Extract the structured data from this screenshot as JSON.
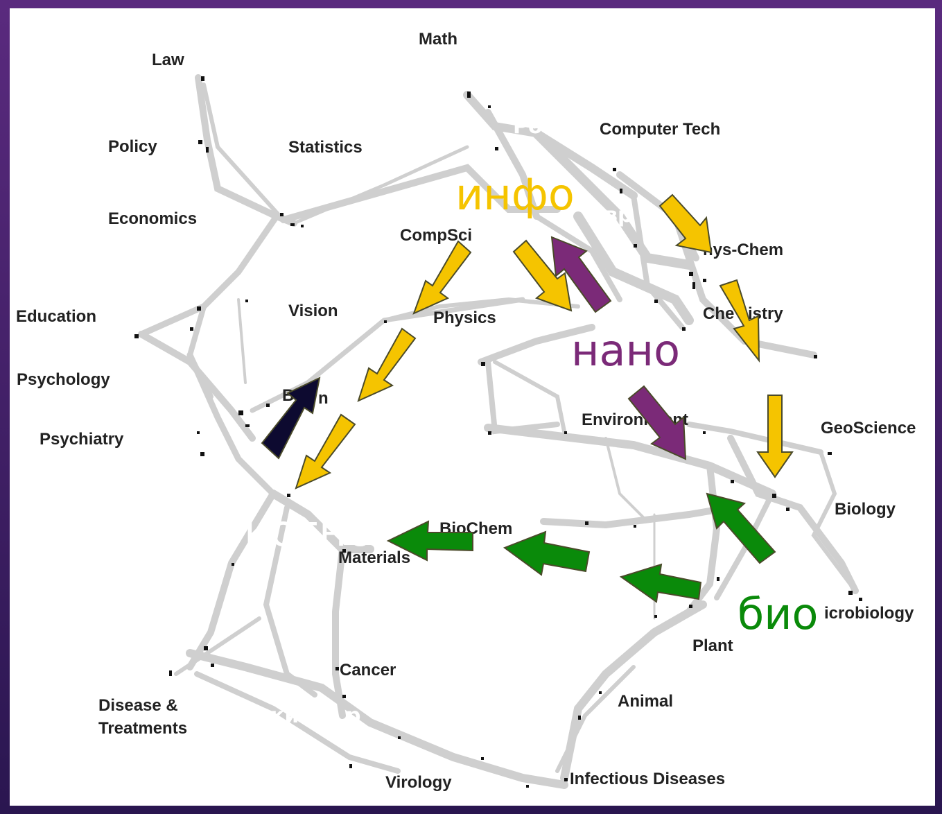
{
  "map": {
    "fields": {
      "math": "Math",
      "law": "Law",
      "policy": "Policy",
      "statistics": "Statistics",
      "computer_tech": "Computer Tech",
      "economics": "Economics",
      "compsci": "CompSci",
      "phys_chem": "hys-Chem",
      "education": "Education",
      "vision": "Vision",
      "physics": "Physics",
      "chemistry_left": "Che",
      "chemistry_right": "istry",
      "psychology": "Psychology",
      "brain": "B",
      "brain_end": "n",
      "psychiatry": "Psychiatry",
      "environment": "Environm",
      "environment_end": "ent",
      "geoscience": "GeoScience",
      "biology": "Biology",
      "biochem": "BioChem",
      "materials": "Materials",
      "microbiology": "icrobiology",
      "plant": "Plant",
      "cancer": "Cancer",
      "disease_1": "Disease &",
      "disease_2": "Treatments",
      "animal": "Animal",
      "virology": "Virology",
      "infectious": "Infectious Diseases"
    },
    "overlay": {
      "info": "инфо",
      "nano": "нано",
      "bio": "био",
      "cogno": "когно",
      "ghost_top": "Ро",
      "ghost_left": "ии",
      "ghost_right": "вр",
      "ghost_bottom": "кибе",
      "ghost_bottom_end": "р"
    },
    "colors": {
      "info": "#f5c400",
      "nano": "#7b2a78",
      "bio": "#0a8a0a",
      "cogno_arrow": "#0d0a30",
      "network": "#cfcfcf"
    }
  }
}
